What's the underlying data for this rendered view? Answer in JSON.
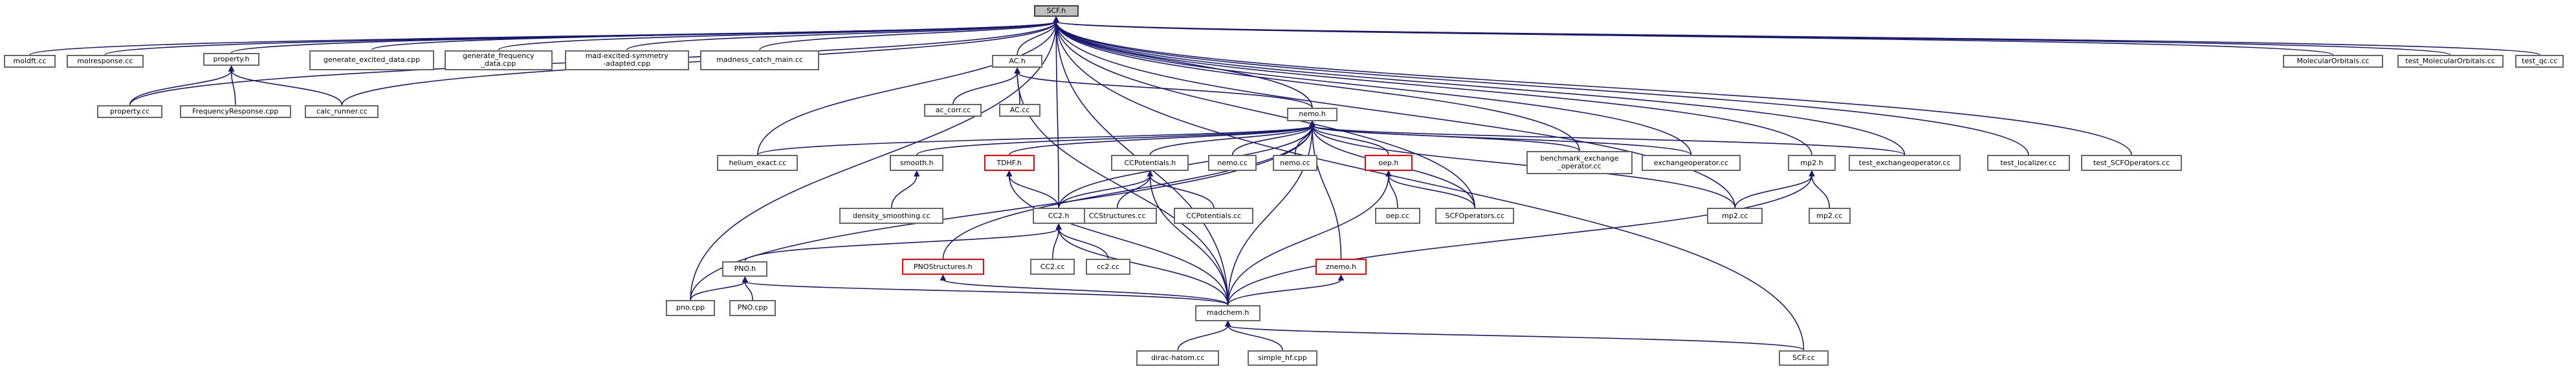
{
  "diagram": {
    "type": "include-dependency-graph",
    "colors": {
      "edge": "#191970",
      "root_fill": "#bfbfbf",
      "border": "#666666",
      "highlight_border": "#ff0000"
    },
    "nodes": [
      {
        "id": "scf_h",
        "label": "SCF.h",
        "style": "root"
      },
      {
        "id": "moldft",
        "label": "moldft.cc"
      },
      {
        "id": "molresponse",
        "label": "molresponse.cc"
      },
      {
        "id": "property_h",
        "label": "property.h"
      },
      {
        "id": "property_cc",
        "label": "property.cc"
      },
      {
        "id": "freqresp",
        "label": "FrequencyResponse.cpp"
      },
      {
        "id": "calc_runner",
        "label": "calc_runner.cc"
      },
      {
        "id": "gen_excited",
        "label": "generate_excited_data.cpp"
      },
      {
        "id": "gen_freq",
        "label": "generate_frequency\n_data.cpp"
      },
      {
        "id": "mad_excited",
        "label": "mad-excited-symmetry\n-adapted.cpp"
      },
      {
        "id": "madness_catch",
        "label": "madness_catch_main.cc"
      },
      {
        "id": "ac_h",
        "label": "AC.h"
      },
      {
        "id": "ac_corr",
        "label": "ac_corr.cc"
      },
      {
        "id": "ac_cc",
        "label": "AC.cc"
      },
      {
        "id": "nemo_h",
        "label": "nemo.h"
      },
      {
        "id": "helium_exact",
        "label": "helium_exact.cc"
      },
      {
        "id": "smooth_h",
        "label": "smooth.h"
      },
      {
        "id": "density_smoothing",
        "label": "density_smoothing.cc"
      },
      {
        "id": "tdhf_h",
        "label": "TDHF.h",
        "style": "red"
      },
      {
        "id": "ccpot_h",
        "label": "CCPotentials.h"
      },
      {
        "id": "ccstructures_cc",
        "label": "CCStructures.cc"
      },
      {
        "id": "ccpotentials_cc",
        "label": "CCPotentials.cc"
      },
      {
        "id": "cc2_h",
        "label": "CC2.h"
      },
      {
        "id": "cc2_cc_upper",
        "label": "CC2.cc"
      },
      {
        "id": "cc2_cc",
        "label": "cc2.cc"
      },
      {
        "id": "nemo_cc_upper",
        "label": "nemo.cc"
      },
      {
        "id": "nemo_cc",
        "label": "nemo.cc"
      },
      {
        "id": "oep_h",
        "label": "oep.h",
        "style": "red"
      },
      {
        "id": "oep_cc",
        "label": "oep.cc"
      },
      {
        "id": "scfoperators_cc",
        "label": "SCFOperators.cc"
      },
      {
        "id": "benchmark_xc",
        "label": "benchmark_exchange\n_operator.cc"
      },
      {
        "id": "exchangeop",
        "label": "exchangeoperator.cc"
      },
      {
        "id": "mp2_h",
        "label": "mp2.h"
      },
      {
        "id": "mp2_cc_upper",
        "label": "mp2.cc"
      },
      {
        "id": "mp2_cc",
        "label": "mp2.cc"
      },
      {
        "id": "test_xc",
        "label": "test_exchangeoperator.cc"
      },
      {
        "id": "test_localizer",
        "label": "test_localizer.cc"
      },
      {
        "id": "test_scfop",
        "label": "test_SCFOperators.cc"
      },
      {
        "id": "pnostructures_h",
        "label": "PNOStructures.h",
        "style": "red"
      },
      {
        "id": "znemo_h",
        "label": "znemo.h",
        "style": "red"
      },
      {
        "id": "pno_h",
        "label": "PNO.h"
      },
      {
        "id": "pno_cpp",
        "label": "pno.cpp"
      },
      {
        "id": "pno_cpp_upper",
        "label": "PNO.cpp"
      },
      {
        "id": "madchem_h",
        "label": "madchem.h"
      },
      {
        "id": "dirac_hatom",
        "label": "dirac-hatom.cc"
      },
      {
        "id": "simple_hf",
        "label": "simple_hf.cpp"
      },
      {
        "id": "scf_cc",
        "label": "SCF.cc"
      },
      {
        "id": "molecular_orbitals",
        "label": "MolecularOrbitals.cc"
      },
      {
        "id": "test_mo",
        "label": "test_MolecularOrbitals.cc"
      },
      {
        "id": "test_qc",
        "label": "test_qc.cc"
      }
    ],
    "edges": [
      [
        "moldft",
        "scf_h"
      ],
      [
        "molresponse",
        "scf_h"
      ],
      [
        "property_h",
        "scf_h"
      ],
      [
        "property_cc",
        "scf_h"
      ],
      [
        "calc_runner",
        "scf_h"
      ],
      [
        "gen_excited",
        "scf_h"
      ],
      [
        "gen_freq",
        "scf_h"
      ],
      [
        "mad_excited",
        "scf_h"
      ],
      [
        "madness_catch",
        "scf_h"
      ],
      [
        "ac_h",
        "scf_h"
      ],
      [
        "nemo_h",
        "scf_h"
      ],
      [
        "helium_exact",
        "scf_h"
      ],
      [
        "cc2_h",
        "scf_h"
      ],
      [
        "benchmark_xc",
        "scf_h"
      ],
      [
        "exchangeop",
        "scf_h"
      ],
      [
        "scfoperators_cc",
        "scf_h"
      ],
      [
        "mp2_h",
        "scf_h"
      ],
      [
        "mp2_cc_upper",
        "scf_h"
      ],
      [
        "test_xc",
        "scf_h"
      ],
      [
        "test_localizer",
        "scf_h"
      ],
      [
        "test_scfop",
        "scf_h"
      ],
      [
        "pno_cpp",
        "scf_h"
      ],
      [
        "madchem_h",
        "scf_h"
      ],
      [
        "scf_cc",
        "scf_h"
      ],
      [
        "molecular_orbitals",
        "scf_h"
      ],
      [
        "test_mo",
        "scf_h"
      ],
      [
        "test_qc",
        "scf_h"
      ],
      [
        "property_cc",
        "property_h"
      ],
      [
        "freqresp",
        "property_h"
      ],
      [
        "calc_runner",
        "property_h"
      ],
      [
        "ac_corr",
        "ac_h"
      ],
      [
        "ac_cc",
        "ac_h"
      ],
      [
        "nemo_h",
        "ac_h"
      ],
      [
        "madchem_h",
        "ac_h"
      ],
      [
        "helium_exact",
        "nemo_h"
      ],
      [
        "smooth_h",
        "nemo_h"
      ],
      [
        "tdhf_h",
        "nemo_h"
      ],
      [
        "ccpot_h",
        "nemo_h"
      ],
      [
        "nemo_cc_upper",
        "nemo_h"
      ],
      [
        "nemo_cc",
        "nemo_h"
      ],
      [
        "oep_h",
        "nemo_h"
      ],
      [
        "benchmark_xc",
        "nemo_h"
      ],
      [
        "exchangeop",
        "nemo_h"
      ],
      [
        "test_xc",
        "nemo_h"
      ],
      [
        "cc2_h",
        "nemo_h"
      ],
      [
        "znemo_h",
        "nemo_h"
      ],
      [
        "pnostructures_h",
        "nemo_h"
      ],
      [
        "pno_cpp",
        "nemo_h"
      ],
      [
        "scfoperators_cc",
        "nemo_h"
      ],
      [
        "mp2_cc_upper",
        "nemo_h"
      ],
      [
        "madchem_h",
        "nemo_h"
      ],
      [
        "density_smoothing",
        "smooth_h"
      ],
      [
        "cc2_h",
        "tdhf_h"
      ],
      [
        "madchem_h",
        "tdhf_h"
      ],
      [
        "ccstructures_cc",
        "ccpot_h"
      ],
      [
        "ccpotentials_cc",
        "ccpot_h"
      ],
      [
        "cc2_h",
        "ccpot_h"
      ],
      [
        "madchem_h",
        "ccpot_h"
      ],
      [
        "cc2_cc_upper",
        "cc2_h"
      ],
      [
        "cc2_cc",
        "cc2_h"
      ],
      [
        "pno_h",
        "cc2_h"
      ],
      [
        "madchem_h",
        "cc2_h"
      ],
      [
        "oep_cc",
        "oep_h"
      ],
      [
        "scfoperators_cc",
        "oep_h"
      ],
      [
        "madchem_h",
        "oep_h"
      ],
      [
        "mp2_cc_upper",
        "mp2_h"
      ],
      [
        "mp2_cc",
        "mp2_h"
      ],
      [
        "madchem_h",
        "mp2_h"
      ],
      [
        "madchem_h",
        "pnostructures_h"
      ],
      [
        "madchem_h",
        "znemo_h"
      ],
      [
        "pno_cpp",
        "pno_h"
      ],
      [
        "pno_cpp_upper",
        "pno_h"
      ],
      [
        "madchem_h",
        "pno_h"
      ],
      [
        "dirac_hatom",
        "madchem_h"
      ],
      [
        "simple_hf",
        "madchem_h"
      ],
      [
        "scf_cc",
        "madchem_h"
      ]
    ]
  }
}
